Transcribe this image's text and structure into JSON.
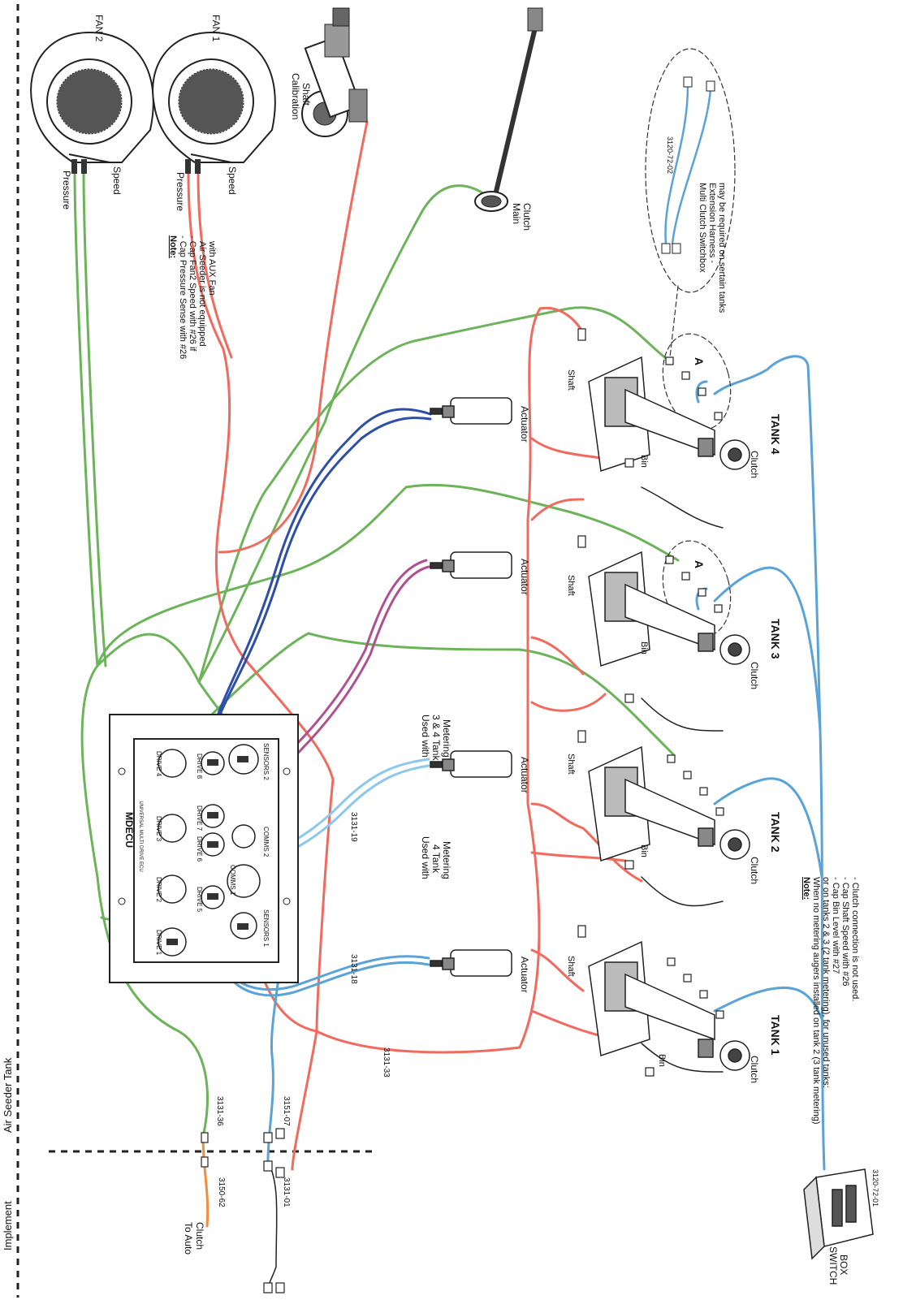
{
  "labels": {
    "implement": "Implement",
    "air_seeder_tank": "Air Seeder Tank",
    "fan2": "FAN 2",
    "fan1": "FAN 1",
    "pressure": "Pressure",
    "speed": "Speed",
    "calibration_shaft_1": "Calibration",
    "calibration_shaft_2": "Shaft",
    "main_clutch_1": "Main",
    "main_clutch_2": "Clutch",
    "note_fan_title": "Note:",
    "note_fan_1": "- Cap Pressure Sense with #26",
    "note_fan_2": "- Cap Fan2 Speed with #26 if",
    "note_fan_3": "Air Seeder is not equipped",
    "note_fan_4": "with AUX Fan",
    "switchbox_note_1": "Multi Clutch Switchbox",
    "switchbox_note_2": "Extension Harness -",
    "switchbox_note_3": "may be required on sertain tanks",
    "harness_3120_72_02": "3120-72-02",
    "ecu_title": "MDECU",
    "ecu_sub": "UNIVERSAL MULTI DRIVE ECU",
    "drive1": "DRIVE 1",
    "drive2": "DRIVE 2",
    "drive3": "DRIVE 3",
    "drive4": "DRIVE 4",
    "drive5": "DRIVE 5",
    "drive6": "DRIVE 6",
    "drive7": "DRIVE 7",
    "drive8": "DRIVE 8",
    "comms1": "COMMS 1",
    "comms2": "COMMS 2",
    "sensors1": "SENSORS 1",
    "sensors2": "SENSORS 2",
    "actuator": "Actuator",
    "shaft": "Shaft",
    "bin": "Bin",
    "clutch": "Clutch",
    "tank1": "TANK 1",
    "tank2": "TANK 2",
    "tank3": "TANK 3",
    "tank4": "TANK 4",
    "a_marker": "A",
    "used_34_1": "Used with",
    "used_34_2": "3 & 4 Tank",
    "used_34_3": "Metering",
    "used_4_1": "Used with",
    "used_4_2": "4 Tank",
    "used_4_3": "Metering",
    "harness_3131_19": "3131-19",
    "harness_3131_18": "3131-18",
    "harness_3131_33": "3131-33",
    "harness_3131_36": "3131-36",
    "harness_3151_07": "3151-07",
    "harness_3150_62": "3150-62",
    "harness_3131_01": "3131-01",
    "harness_3120_72_01": "3120-72-01",
    "auto_clutch_1": "To Auto",
    "auto_clutch_2": "Clutch",
    "switch_box_1": "SWITCH",
    "switch_box_2": "BOX",
    "note_bottom_title": "Note:",
    "note_bottom_1": "When no metering augers installed on tank 2 (3 tank metering)",
    "note_bottom_2": "or on tanks 2 & 3 (2 tank metering), for unused tanks:",
    "note_bottom_3": "- Cap Bin Level with #27",
    "note_bottom_4": "- Cap Shaft Speed with #26",
    "note_bottom_5": "- Clutch connection is not used."
  },
  "colors": {
    "green": "#6db35a",
    "red": "#f06a5e",
    "blue": "#5aa3d8",
    "light_blue": "#8cc8ec",
    "navy": "#2d4fa8",
    "purple": "#b0508e",
    "orange": "#f58c3c",
    "line": "#222222"
  }
}
